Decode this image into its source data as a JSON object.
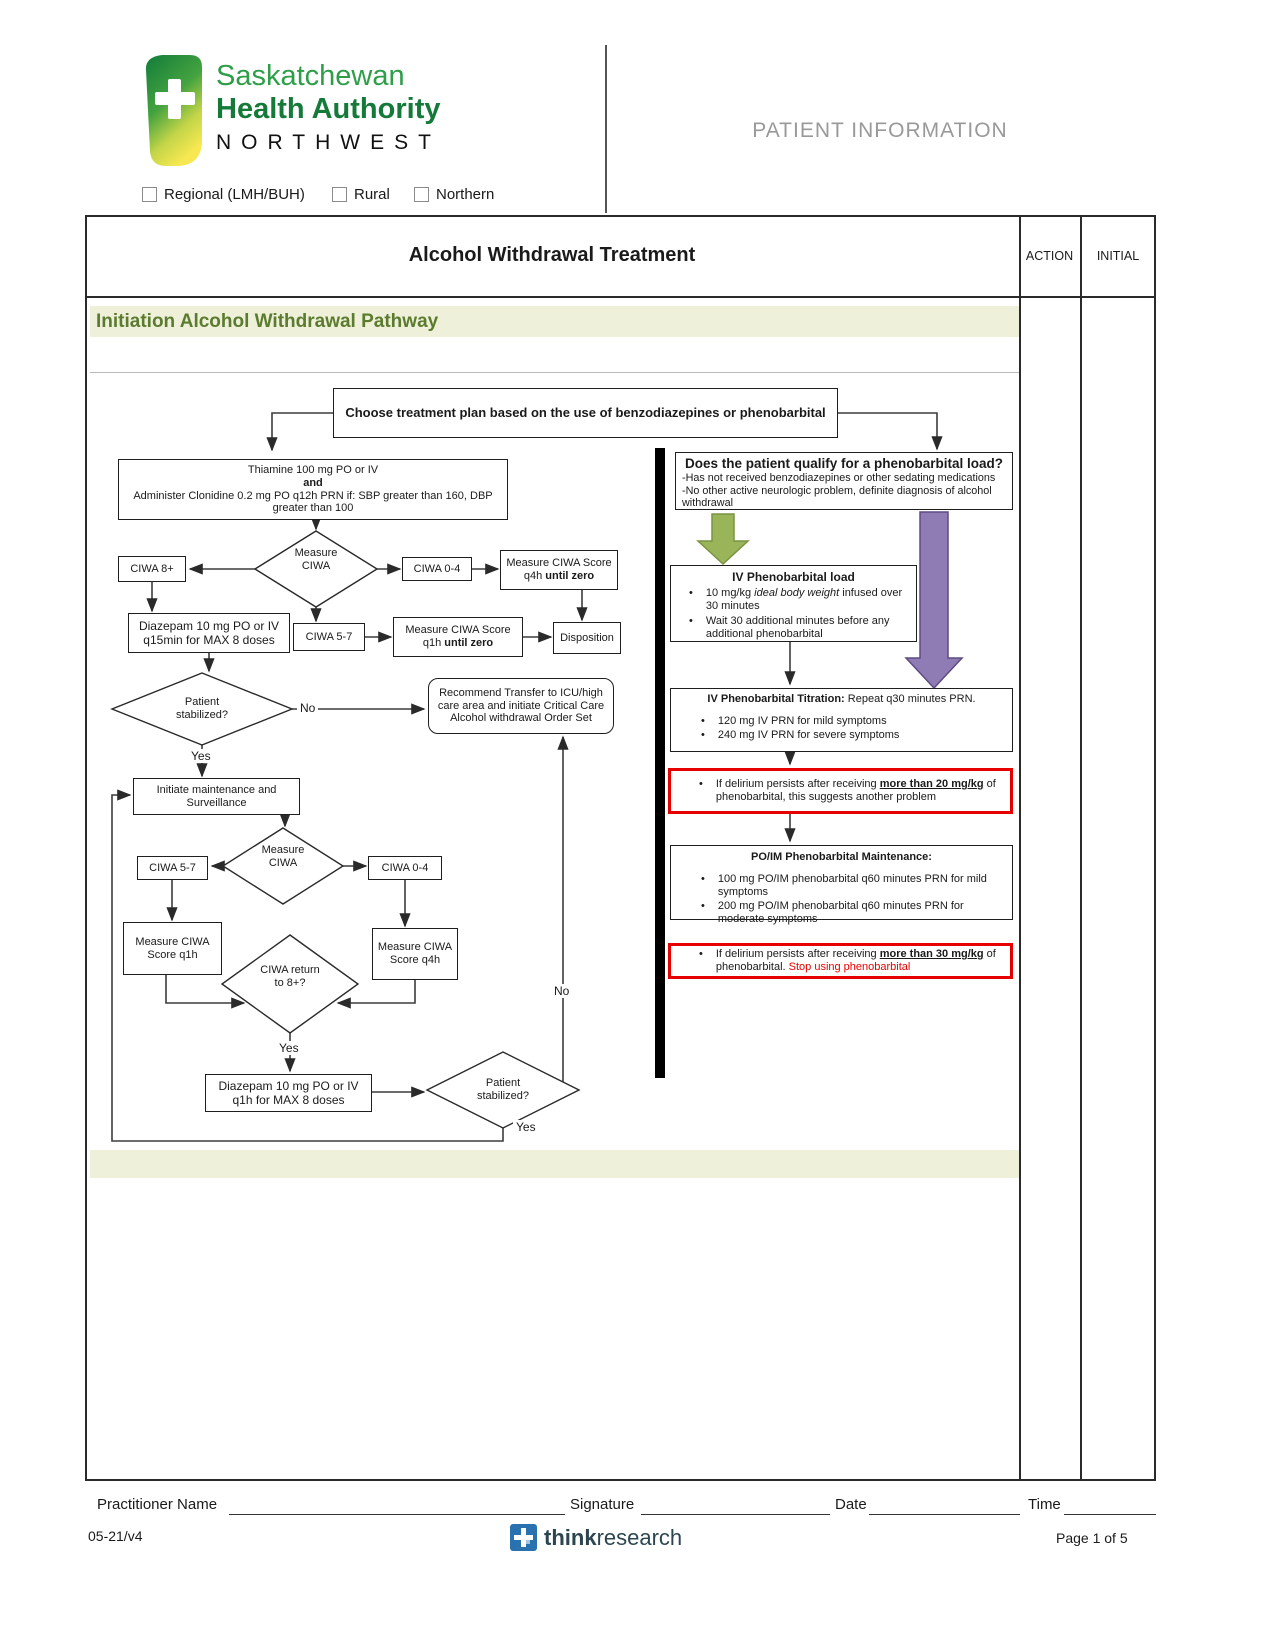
{
  "colors": {
    "section_green_text": "#5b7b2e",
    "section_bar_bg": "#eef0da",
    "alert_red": "#e60000",
    "arrow_green": "#9ab45a",
    "arrow_purple": "#8f7cb5",
    "logo_green": "#2f9e49",
    "logo_dark_green": "#15793a",
    "brand_blue": "#2a71b0",
    "patient_info_gray": "#999999"
  },
  "header": {
    "logo_line1": "Saskatchewan",
    "logo_line2": "Health Authority",
    "logo_line3": "NORTHWEST",
    "patient_info": "PATIENT INFORMATION",
    "checkboxes": [
      {
        "label": "Regional (LMH/BUH)"
      },
      {
        "label": "Rural"
      },
      {
        "label": "Northern"
      }
    ]
  },
  "form": {
    "title": "Alcohol Withdrawal Treatment",
    "action": "ACTION",
    "initial": "INITIAL",
    "section": "Initiation Alcohol Withdrawal Pathway"
  },
  "flow": {
    "labels": {
      "yes": "Yes",
      "no": "No"
    },
    "choose": "Choose treatment plan based on the use of benzodiazepines or phenobarbital",
    "thiamine": {
      "l1": "Thiamine 100 mg PO or IV",
      "l2": "and",
      "l3": "Administer Clonidine 0.2 mg PO q12h PRN if: SBP greater than 160, DBP greater than 100"
    },
    "measure_ciwa": "Measure CIWA",
    "ciwa8": "CIWA 8+",
    "ciwa04": "CIWA 0-4",
    "ciwa57": "CIWA 5-7",
    "q4h": {
      "l1": "Measure CIWA Score",
      "l2a": "q4h ",
      "l2b": "until zero"
    },
    "q1h": {
      "l1": "Measure CIWA Score",
      "l2a": "q1h ",
      "l2b": "until zero"
    },
    "disposition": "Disposition",
    "diazepam15": {
      "l1": "Diazepam 10 mg PO or IV",
      "l2": "q15min for MAX 8 doses"
    },
    "patient_stabilized": "Patient stabilized?",
    "transfer": "Recommend Transfer to ICU/high care area and initiate Critical Care Alcohol withdrawal Order Set",
    "initiate": "Initiate maintenance and Surveillance",
    "mq1h": "Measure CIWA Score q1h",
    "mq4h": "Measure CIWA Score q4h",
    "return8": "CIWA return to 8+?",
    "diazepamq1h": {
      "l1": "Diazepam 10 mg PO or IV",
      "l2": "q1h for MAX 8 doses"
    },
    "qualify": {
      "title": "Does the patient qualify for a phenobarbital load?",
      "l1": "-Has not received benzodiazepines or other sedating medications",
      "l2": "-No other active neurologic problem, definite diagnosis of alcohol withdrawal"
    },
    "load": {
      "title": "IV Phenobarbital load",
      "b1a": "10 mg/kg ",
      "b1b": "ideal body weight",
      "b1c": " infused over 30 minutes",
      "b2": "Wait 30 additional minutes before any additional phenobarbital"
    },
    "titration": {
      "t1": "IV Phenobarbital Titration:",
      "t2": " Repeat q30 minutes PRN.",
      "b1": "120 mg IV PRN for mild symptoms",
      "b2": "240 mg IV PRN for severe symptoms"
    },
    "red20": {
      "a": "If delirium persists after receiving ",
      "b": "more than 20 mg/kg",
      "c": " of phenobarbital, this suggests another problem"
    },
    "maintenance": {
      "title": "PO/IM Phenobarbital Maintenance:",
      "b1": "100 mg PO/IM phenobarbital q60 minutes PRN for mild symptoms",
      "b2": "200 mg PO/IM phenobarbital q60 minutes PRN for moderate symptoms"
    },
    "red30": {
      "a": "If delirium persists after receiving ",
      "b": "more than 30 mg/kg",
      "c": " of phenobarbital. ",
      "d": "Stop using phenobarbital"
    }
  },
  "footer": {
    "practitioner": "Practitioner Name",
    "signature": "Signature",
    "date": "Date",
    "time": "Time",
    "version": "05-21/v4",
    "brand_bold": "think",
    "brand_light": "research",
    "page": "Page 1 of 5"
  }
}
